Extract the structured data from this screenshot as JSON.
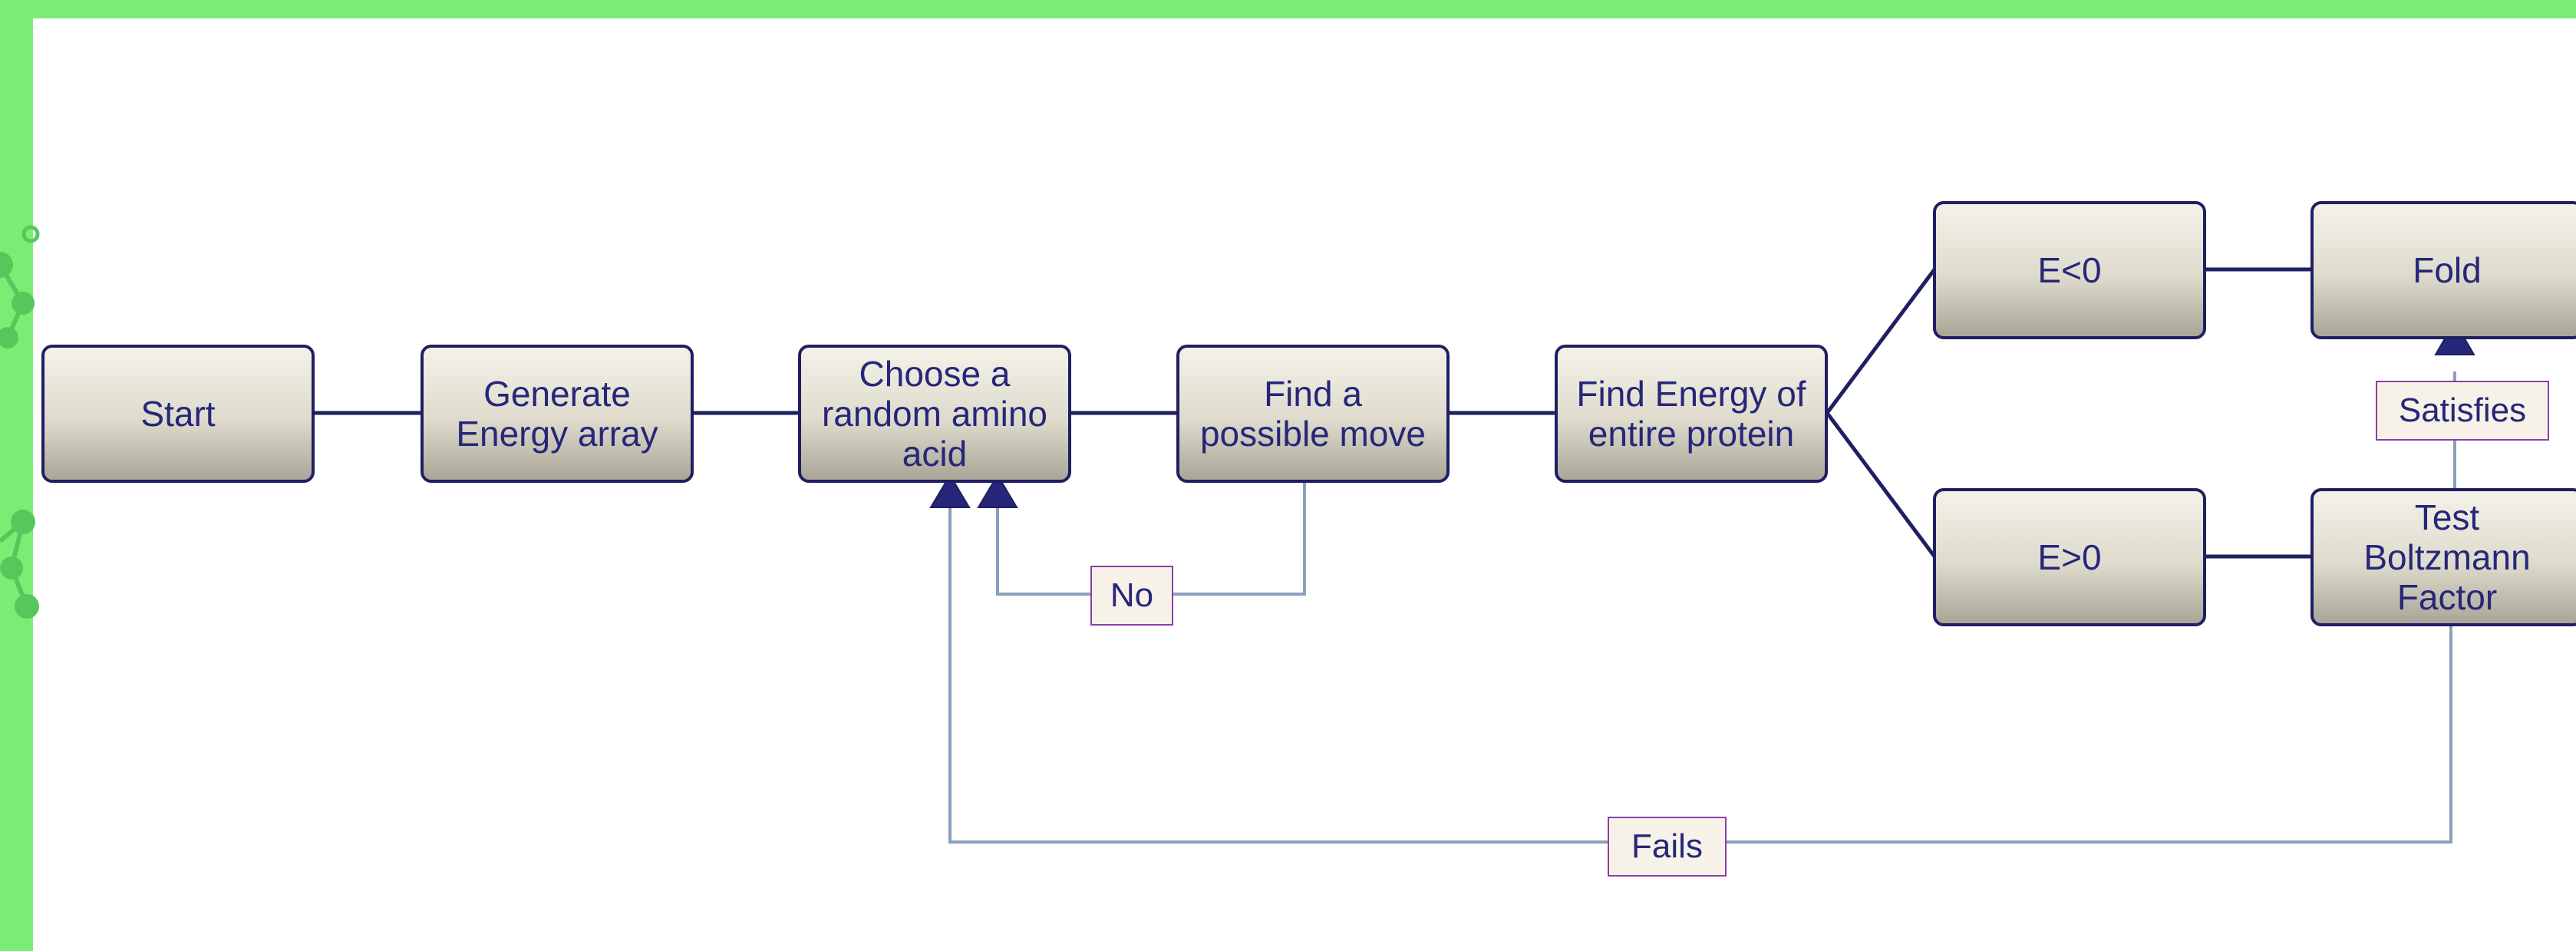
{
  "colors": {
    "background": "#7ced74",
    "canvas": "#ffffff",
    "node_border": "#1f1f63",
    "text": "#26267a",
    "solid_connector": "#1f1f63",
    "feedback_connector": "#8aa0bd",
    "label_border": "#8b3fa8",
    "label_fill": "#f6f2e7",
    "arrowhead": "#26267a"
  },
  "nodes": {
    "start": "Start",
    "generate": "Generate\nEnergy array",
    "choose": "Choose a\nrandom amino\nacid",
    "find_move": "Find a\npossible move",
    "find_energy": "Find Energy of\nentire protein",
    "e_neg": "E<0",
    "e_pos": "E>0",
    "fold": "Fold",
    "test": "Test\nBoltzmann\nFactor"
  },
  "edge_labels": {
    "no": "No",
    "satisfies": "Satisfies",
    "fails": "Fails"
  }
}
